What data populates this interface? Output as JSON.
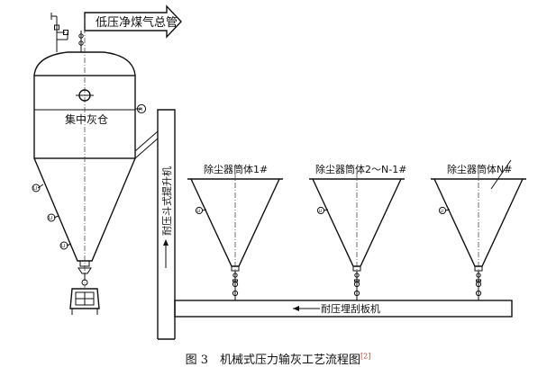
{
  "labels": {
    "pipe_arrow": "低压净煤气总管",
    "silo": "集中灰仓",
    "elevator": "耐压斗式提升机",
    "conveyor": "耐压埋刮板机",
    "collector_1": "除尘器筒体1#",
    "collector_2": "除尘器筒体2～N-1#",
    "collector_n": "除尘器筒体N#"
  },
  "level_tags": [
    "LI",
    "LI",
    "LI",
    "LI",
    "LI",
    "LI"
  ],
  "pressure_tag": "PI",
  "caption": {
    "text": "图 3　机械式压力输灰工艺流程图",
    "ref": "[2]"
  }
}
